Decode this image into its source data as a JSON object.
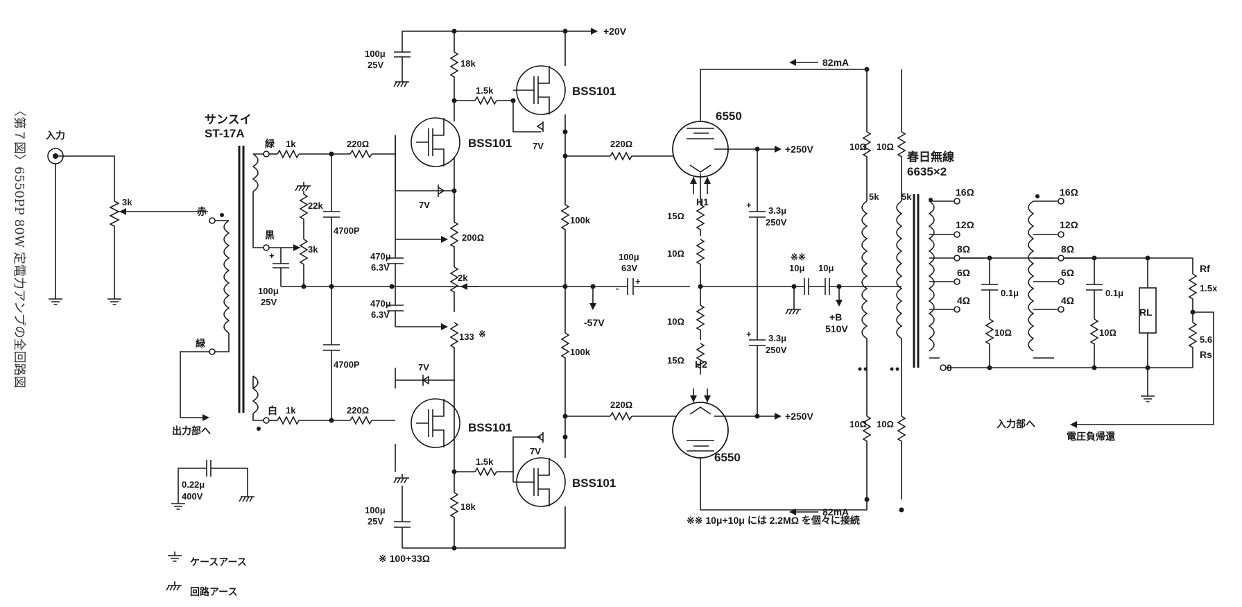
{
  "caption": "〈第７図〉6550PP 80W 定電力アンプの全回路図",
  "input": {
    "label": "入力",
    "volume": "3k"
  },
  "input_transformer": {
    "brand": "サンスイ",
    "model": "ST-17A",
    "taps": {
      "red": "赤",
      "black": "黒",
      "green": "緑",
      "white": "白"
    }
  },
  "to_output_stage": "出力部へ",
  "values": {
    "r_1k": "1k",
    "r_220": "220Ω",
    "r_22k": "22k",
    "r_3k": "3k",
    "c_4700p": "4700P",
    "c_100u": "100μ",
    "v_25v": "25V",
    "c_470u": "470μ",
    "v_6v3": "6.3V",
    "r_200": "200Ω",
    "r_2k": "2k",
    "r_133": "133",
    "note_mark": "※",
    "r_18k": "18k",
    "r_1_5k": "1.5k",
    "zener_7v": "7V",
    "fet": "BSS101",
    "r_100k": "100k",
    "v_m57": "-57V",
    "c_63v": "63V",
    "plus_20v": "+20V",
    "tube": "6550",
    "h1": "H1",
    "h2": "H2",
    "r_15": "15Ω",
    "r_10": "10Ω",
    "plus_250v": "+250V",
    "c_3u3": "3.3μ",
    "v_250v": "250V",
    "current": "82mA",
    "note_mark2": "※※",
    "c_10u": "10μ",
    "plus_b": "+B",
    "v_510v": "510V",
    "tap_5k": "5k",
    "r_0_1u": "0.1μ",
    "rf": "Rf",
    "rf_val": "1.5x",
    "rs": "Rs",
    "rs_val": "5.6",
    "rl": "RL",
    "plus": "+",
    "minus": "-"
  },
  "output_transformer": {
    "brand": "春日無線",
    "model": "6635×2",
    "taps": [
      "16Ω",
      "12Ω",
      "8Ω",
      "6Ω",
      "4Ω",
      "0"
    ]
  },
  "feedback": {
    "to": "入力部へ",
    "label": "電圧負帰還"
  },
  "ground_cap": {
    "value": "0.22μ",
    "voltage": "400V"
  },
  "notes": {
    "n1": "※ 100+33Ω",
    "n2": "※※ 10μ+10μ には 2.2MΩ を個々に接続"
  },
  "legend": {
    "case_ground": "ケースアース",
    "circuit_ground": "回路アース"
  }
}
